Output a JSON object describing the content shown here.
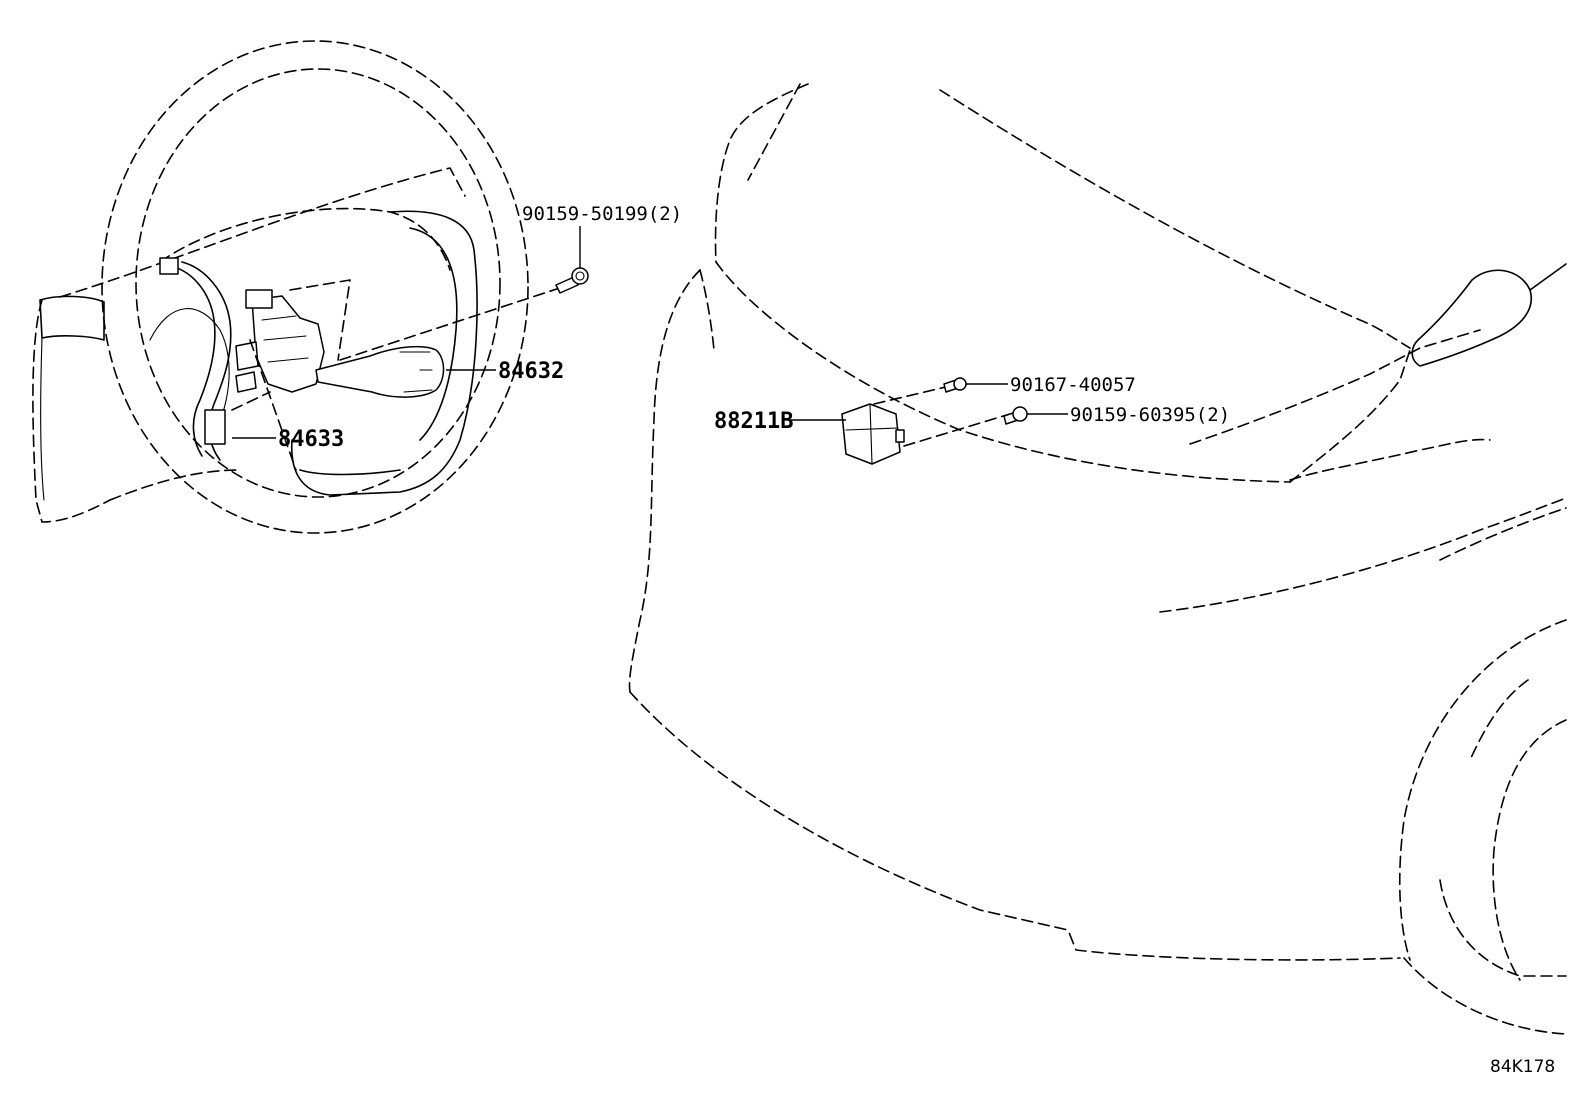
{
  "callouts": {
    "bolt_a": "90159-50199(2)",
    "switch_b": "84632",
    "switch_c": "84633",
    "sensor": "88211B",
    "bolt_d": "90167-40057",
    "bolt_e": "90159-60395(2)"
  },
  "reference_code": "84K178"
}
